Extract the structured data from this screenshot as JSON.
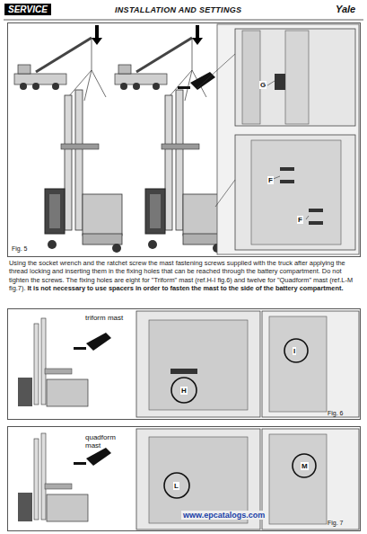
{
  "diagram": {
    "title": "INSTALLATION AND SETTINGS",
    "nodes": [
      {
        "text": [
          "Fig. 5"
        ]
      },
      {
        "text": [
          "triform mast",
          "Fig. 6"
        ]
      },
      {
        "text": [
          "quadform mast",
          "Fig. 7"
        ]
      }
    ],
    "labels": [
      "SERVICE",
      "Yale",
      "G",
      "F",
      "F",
      "Using the socket wrench and the ratchet screw the mast fastening screws supplied with the truck after applying the thread locking and inserting them in the fixing holes that can be reached through the battery compartment. Do not tighten the screws. The fixing holes are eight for \"Triform\" mast (ref.H-I fig.6) and twelve for \"Quadform\" mast (ref.L-M fig.7).",
      "It is not necessary to use spacers in order to fasten the mast to the side of the battery compartment.",
      "H",
      "I",
      "L",
      "M",
      "www.epcatalogs.com"
    ]
  }
}
